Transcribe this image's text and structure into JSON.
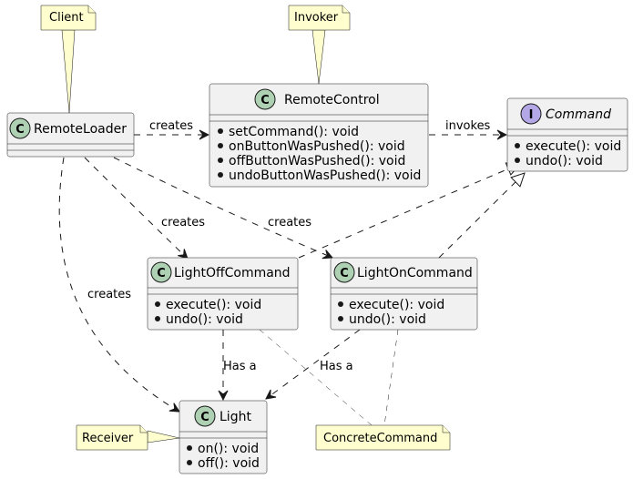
{
  "classes": {
    "remote_loader": {
      "stereotype": "C",
      "name": "RemoteLoader",
      "members": []
    },
    "remote_control": {
      "stereotype": "C",
      "name": "RemoteControl",
      "members": [
        "setCommand(): void",
        "onButtonWasPushed(): void",
        "offButtonWasPushed(): void",
        "undoButtonWasPushed(): void"
      ]
    },
    "command": {
      "stereotype": "I",
      "name": "Command",
      "members": [
        "execute(): void",
        "undo(): void"
      ]
    },
    "light_off_command": {
      "stereotype": "C",
      "name": "LightOffCommand",
      "members": [
        "execute(): void",
        "undo(): void"
      ]
    },
    "light_on_command": {
      "stereotype": "C",
      "name": "LightOnCommand",
      "members": [
        "execute(): void",
        "undo(): void"
      ]
    },
    "light": {
      "stereotype": "C",
      "name": "Light",
      "members": [
        "on(): void",
        "off(): void"
      ]
    }
  },
  "notes": {
    "client": "Client",
    "invoker": "Invoker",
    "receiver": "Receiver",
    "concrete_command": "ConcreteCommand"
  },
  "relations": {
    "loader_creates_remote": "creates",
    "remote_invokes_command": "invokes",
    "loader_creates_off": "creates",
    "loader_creates_on": "creates",
    "loader_creates_light": "creates",
    "off_has_light": "Has a",
    "on_has_light": "Has a"
  },
  "colors": {
    "class_fill": "#f1f1f1",
    "note_fill": "#fefece",
    "class_stereotype": "#add1b2",
    "interface_stereotype": "#b4a7e5"
  }
}
